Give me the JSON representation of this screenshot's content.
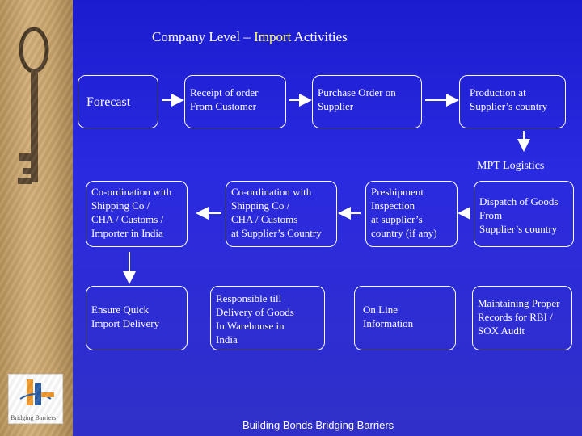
{
  "title": {
    "main": "Company Level – ",
    "highlight": "Import",
    "rest": " Activities"
  },
  "row1": {
    "forecast": "Forecast",
    "receipt": "Receipt of order\nFrom Customer",
    "purchase": "Purchase Order on\nSupplier",
    "production": "Production at\nSupplier’s country"
  },
  "mpt_label": "MPT Logistics",
  "row2": {
    "coord_india": "Co-ordination with\nShipping Co /\nCHA / Customs /\nImporter in India",
    "coord_supplier": "Co-ordination with\nShipping Co /\nCHA / Customs\nat Supplier’s Country",
    "preshipment": "Preshipment\nInspection\nat supplier’s\n country (if any)",
    "dispatch": "Dispatch of Goods\nFrom\nSupplier’s country"
  },
  "row3": {
    "ensure": "Ensure Quick\nImport Delivery",
    "responsible": "Responsible till\nDelivery of Goods\nIn Warehouse in\nIndia",
    "online": "On Line\nInformation",
    "maintaining": "Maintaining Proper\nRecords for RBI /\n SOX Audit"
  },
  "footer": "Building Bonds Bridging Barriers",
  "logo_text": "Bridging Barriers",
  "colors": {
    "background": "#2323d8",
    "text": "#ffffff",
    "title_highlight": "#ffff66",
    "side_panel": "#c9a46c"
  }
}
